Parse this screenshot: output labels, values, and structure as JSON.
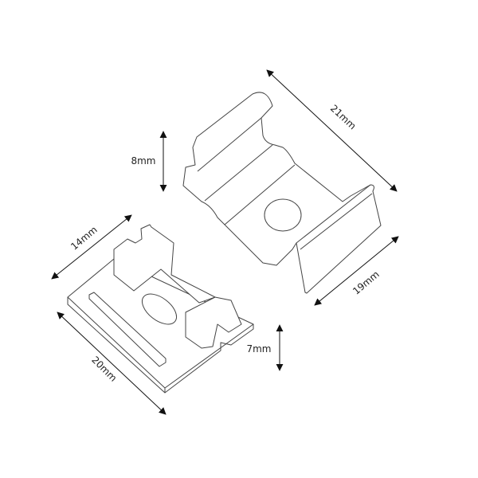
{
  "diagram": {
    "upper_clip": {
      "length_label": "21mm",
      "width_label": "19mm",
      "height_label": "8mm"
    },
    "lower_clip": {
      "width_label": "14mm",
      "length_label": "20mm",
      "height_label": "7mm"
    },
    "colors": {
      "line": "#444444",
      "arrow": "#111111"
    }
  }
}
